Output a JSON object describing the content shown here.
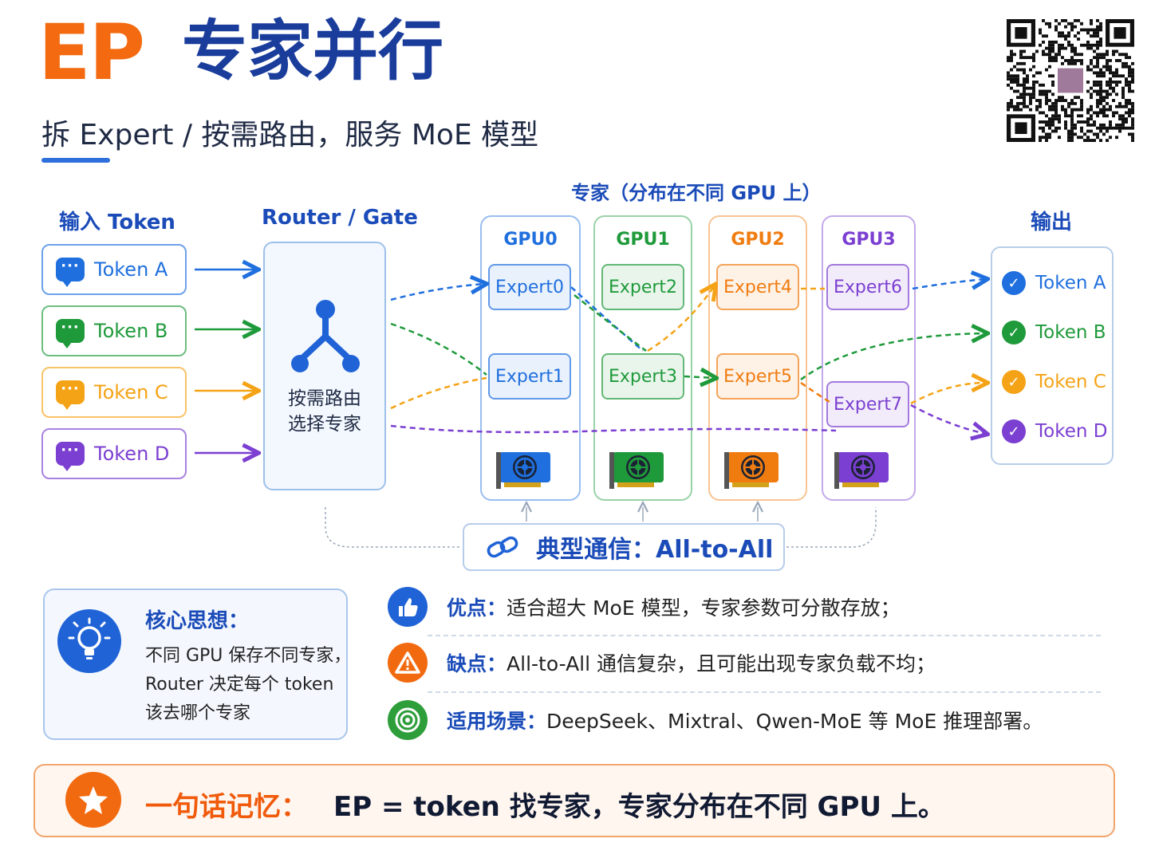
{
  "header": {
    "title_ep": "EP",
    "title_cn": "专家并行",
    "subtitle": "拆 Expert / 按需路由，服务 MoE 模型"
  },
  "labels": {
    "input": "输入 Token",
    "router": "Router / Gate",
    "experts": "专家（分布在不同 GPU 上）",
    "output": "输出"
  },
  "inputs": [
    {
      "label": "Token A",
      "color": "#1f6fde"
    },
    {
      "label": "Token B",
      "color": "#1f9a3b"
    },
    {
      "label": "Token C",
      "color": "#f5a316"
    },
    {
      "label": "Token D",
      "color": "#7b3fd1"
    }
  ],
  "router": {
    "line1": "按需路由",
    "line2": "选择专家"
  },
  "gpus": [
    {
      "label": "GPU0",
      "color": "#1f6fde",
      "experts": [
        "Expert0",
        "Expert1"
      ]
    },
    {
      "label": "GPU1",
      "color": "#1f9a3b",
      "experts": [
        "Expert2",
        "Expert3"
      ]
    },
    {
      "label": "GPU2",
      "color": "#f07c10",
      "experts": [
        "Expert4",
        "Expert5"
      ]
    },
    {
      "label": "GPU3",
      "color": "#7b3fd1",
      "experts": [
        "Expert6",
        "Expert7"
      ]
    }
  ],
  "outputs": [
    {
      "label": "Token A",
      "color": "#1f6fde"
    },
    {
      "label": "Token B",
      "color": "#1f9a3b"
    },
    {
      "label": "Token C",
      "color": "#f5a316"
    },
    {
      "label": "Token D",
      "color": "#7b3fd1"
    }
  ],
  "comm": {
    "label": "典型通信：All-to-All"
  },
  "core": {
    "title": "核心思想：",
    "lines": [
      "不同 GPU 保存不同专家，",
      "Router 决定每个 token",
      "该去哪个专家"
    ]
  },
  "points": [
    {
      "label": "优点：",
      "text": "适合超大 MoE 模型，专家参数可分散存放；",
      "icon": "thumbs-up-icon",
      "color": "#1f63d6"
    },
    {
      "label": "缺点：",
      "text": "All-to-All 通信复杂，且可能出现专家负载不均；",
      "icon": "warning-icon",
      "color": "#f26a10"
    },
    {
      "label": "适用场景：",
      "text": "DeepSeek、Mixtral、Qwen-MoE 等 MoE 推理部署。",
      "icon": "target-icon",
      "color": "#2e9e3a"
    }
  ],
  "memo": {
    "label": "一句话记忆：",
    "text": "EP = token 找专家，专家分布在不同 GPU 上。"
  }
}
